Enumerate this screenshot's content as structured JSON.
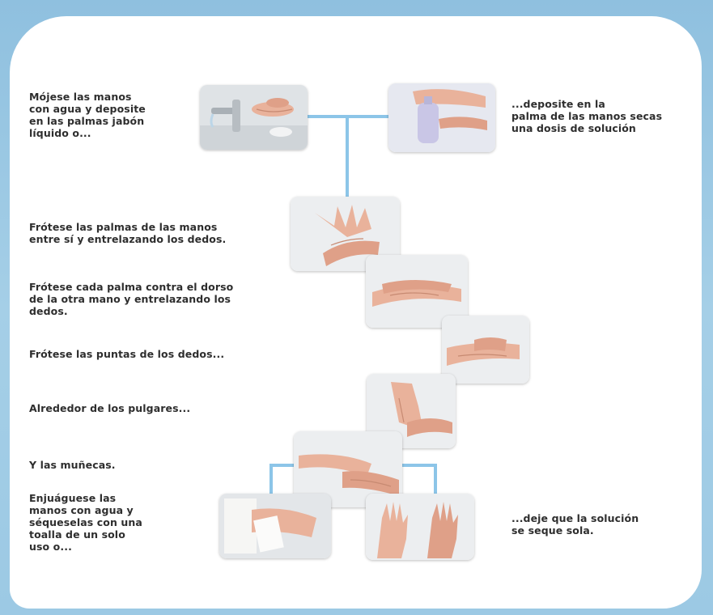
{
  "steps": {
    "wet_hands": "Mójese las manos\ncon agua y deposite\nen las palmas jabón\nlíquido o...",
    "sanitizer": "...deposite en la\npalma de las manos secas\nuna dosis de solución",
    "rub_palms": "Frótese las palmas de las manos\nentre sí y entrelazando los dedos.",
    "rub_back": "Frótese cada palma contra el dorso\nde la otra mano y entrelazando los\ndedos.",
    "fingertips": "Frótese las puntas de los dedos...",
    "thumbs": "Alrededor de los pulgares...",
    "wrists": "Y las muñecas.",
    "rinse": "Enjuáguese las\nmanos con agua y\nséqueselas con una\ntoalla de un solo\nuso o...",
    "air_dry": "...deje que la solución\nse seque sola."
  },
  "colors": {
    "frame": "#9cc9e4",
    "connector": "#8cc5e8",
    "text": "#2e2e2e",
    "skin": "#e9b29b"
  }
}
